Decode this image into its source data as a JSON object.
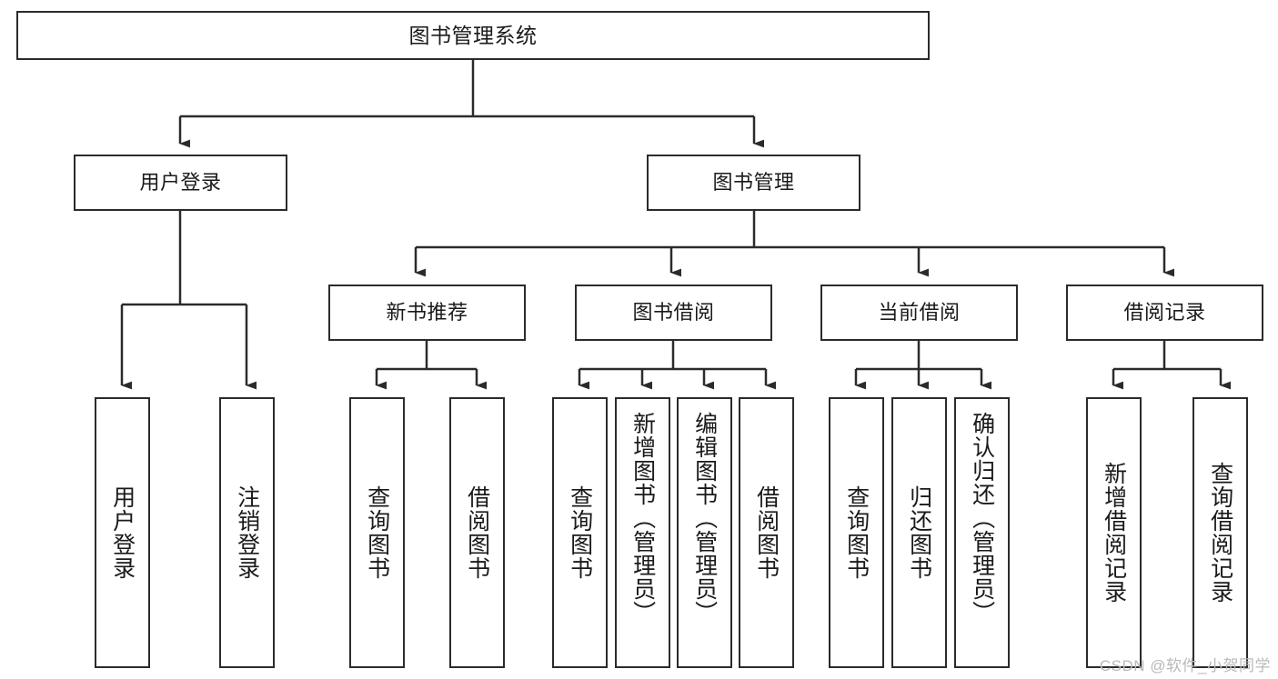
{
  "diagram": {
    "title": "图书管理系统",
    "type": "tree-hierarchy-diagram",
    "colors": {
      "stroke": "#2b2b2b",
      "fill": "#ffffff",
      "text": "#1a1a1a",
      "watermark": "#b9b9b9"
    },
    "watermark": "CSDN @软件_小贺同学",
    "levels": {
      "root": {
        "label": "图书管理系统"
      },
      "level2": [
        {
          "id": "user-login",
          "label": "用户登录"
        },
        {
          "id": "book-management",
          "label": "图书管理"
        }
      ],
      "level3": [
        {
          "id": "new-book-recommend",
          "label": "新书推荐"
        },
        {
          "id": "book-borrow",
          "label": "图书借阅"
        },
        {
          "id": "current-borrow",
          "label": "当前借阅"
        },
        {
          "id": "borrow-record",
          "label": "借阅记录"
        }
      ],
      "leaves": {
        "user_login": [
          {
            "id": "leaf-user-login",
            "label": "用户登录"
          },
          {
            "id": "leaf-logout-login",
            "label": "注销登录"
          }
        ],
        "new_book_recommend": [
          {
            "id": "leaf-query-book-1",
            "label": "查询图书"
          },
          {
            "id": "leaf-borrow-book-1",
            "label": "借阅图书"
          }
        ],
        "book_borrow": [
          {
            "id": "leaf-query-book-2",
            "label": "查询图书"
          },
          {
            "id": "leaf-add-book",
            "label": "新增图书（管理员）"
          },
          {
            "id": "leaf-edit-book",
            "label": "编辑图书（管理员）"
          },
          {
            "id": "leaf-borrow-book-2",
            "label": "借阅图书"
          }
        ],
        "current_borrow": [
          {
            "id": "leaf-query-book-3",
            "label": "查询图书"
          },
          {
            "id": "leaf-return-book",
            "label": "归还图书"
          },
          {
            "id": "leaf-confirm-return",
            "label": "确认归还（管理员）"
          }
        ],
        "borrow_record": [
          {
            "id": "leaf-add-record",
            "label": "新增借阅记录"
          },
          {
            "id": "leaf-query-record",
            "label": "查询借阅记录"
          }
        ]
      }
    }
  }
}
